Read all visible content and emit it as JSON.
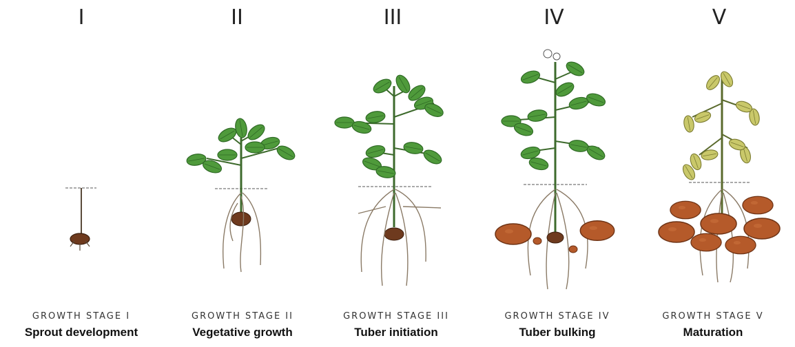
{
  "stages": [
    {
      "numeral": "I",
      "label": "GROWTH STAGE I",
      "name": "Sprout development"
    },
    {
      "numeral": "II",
      "label": "GROWTH STAGE II",
      "name": "Vegetative growth"
    },
    {
      "numeral": "III",
      "label": "GROWTH STAGE III",
      "name": "Tuber initiation"
    },
    {
      "numeral": "IV",
      "label": "GROWTH STAGE IV",
      "name": "Tuber bulking"
    },
    {
      "numeral": "V",
      "label": "GROWTH STAGE V",
      "name": "Maturation"
    }
  ],
  "colors": {
    "leaf": "#4f9a3b",
    "leaf_dark": "#2f6a25",
    "leaf_yellow": "#c9c86a",
    "stem": "#3d6a2c",
    "root": "#8a7a66",
    "tuber": "#b55a2a",
    "soil_line": "#777777"
  }
}
